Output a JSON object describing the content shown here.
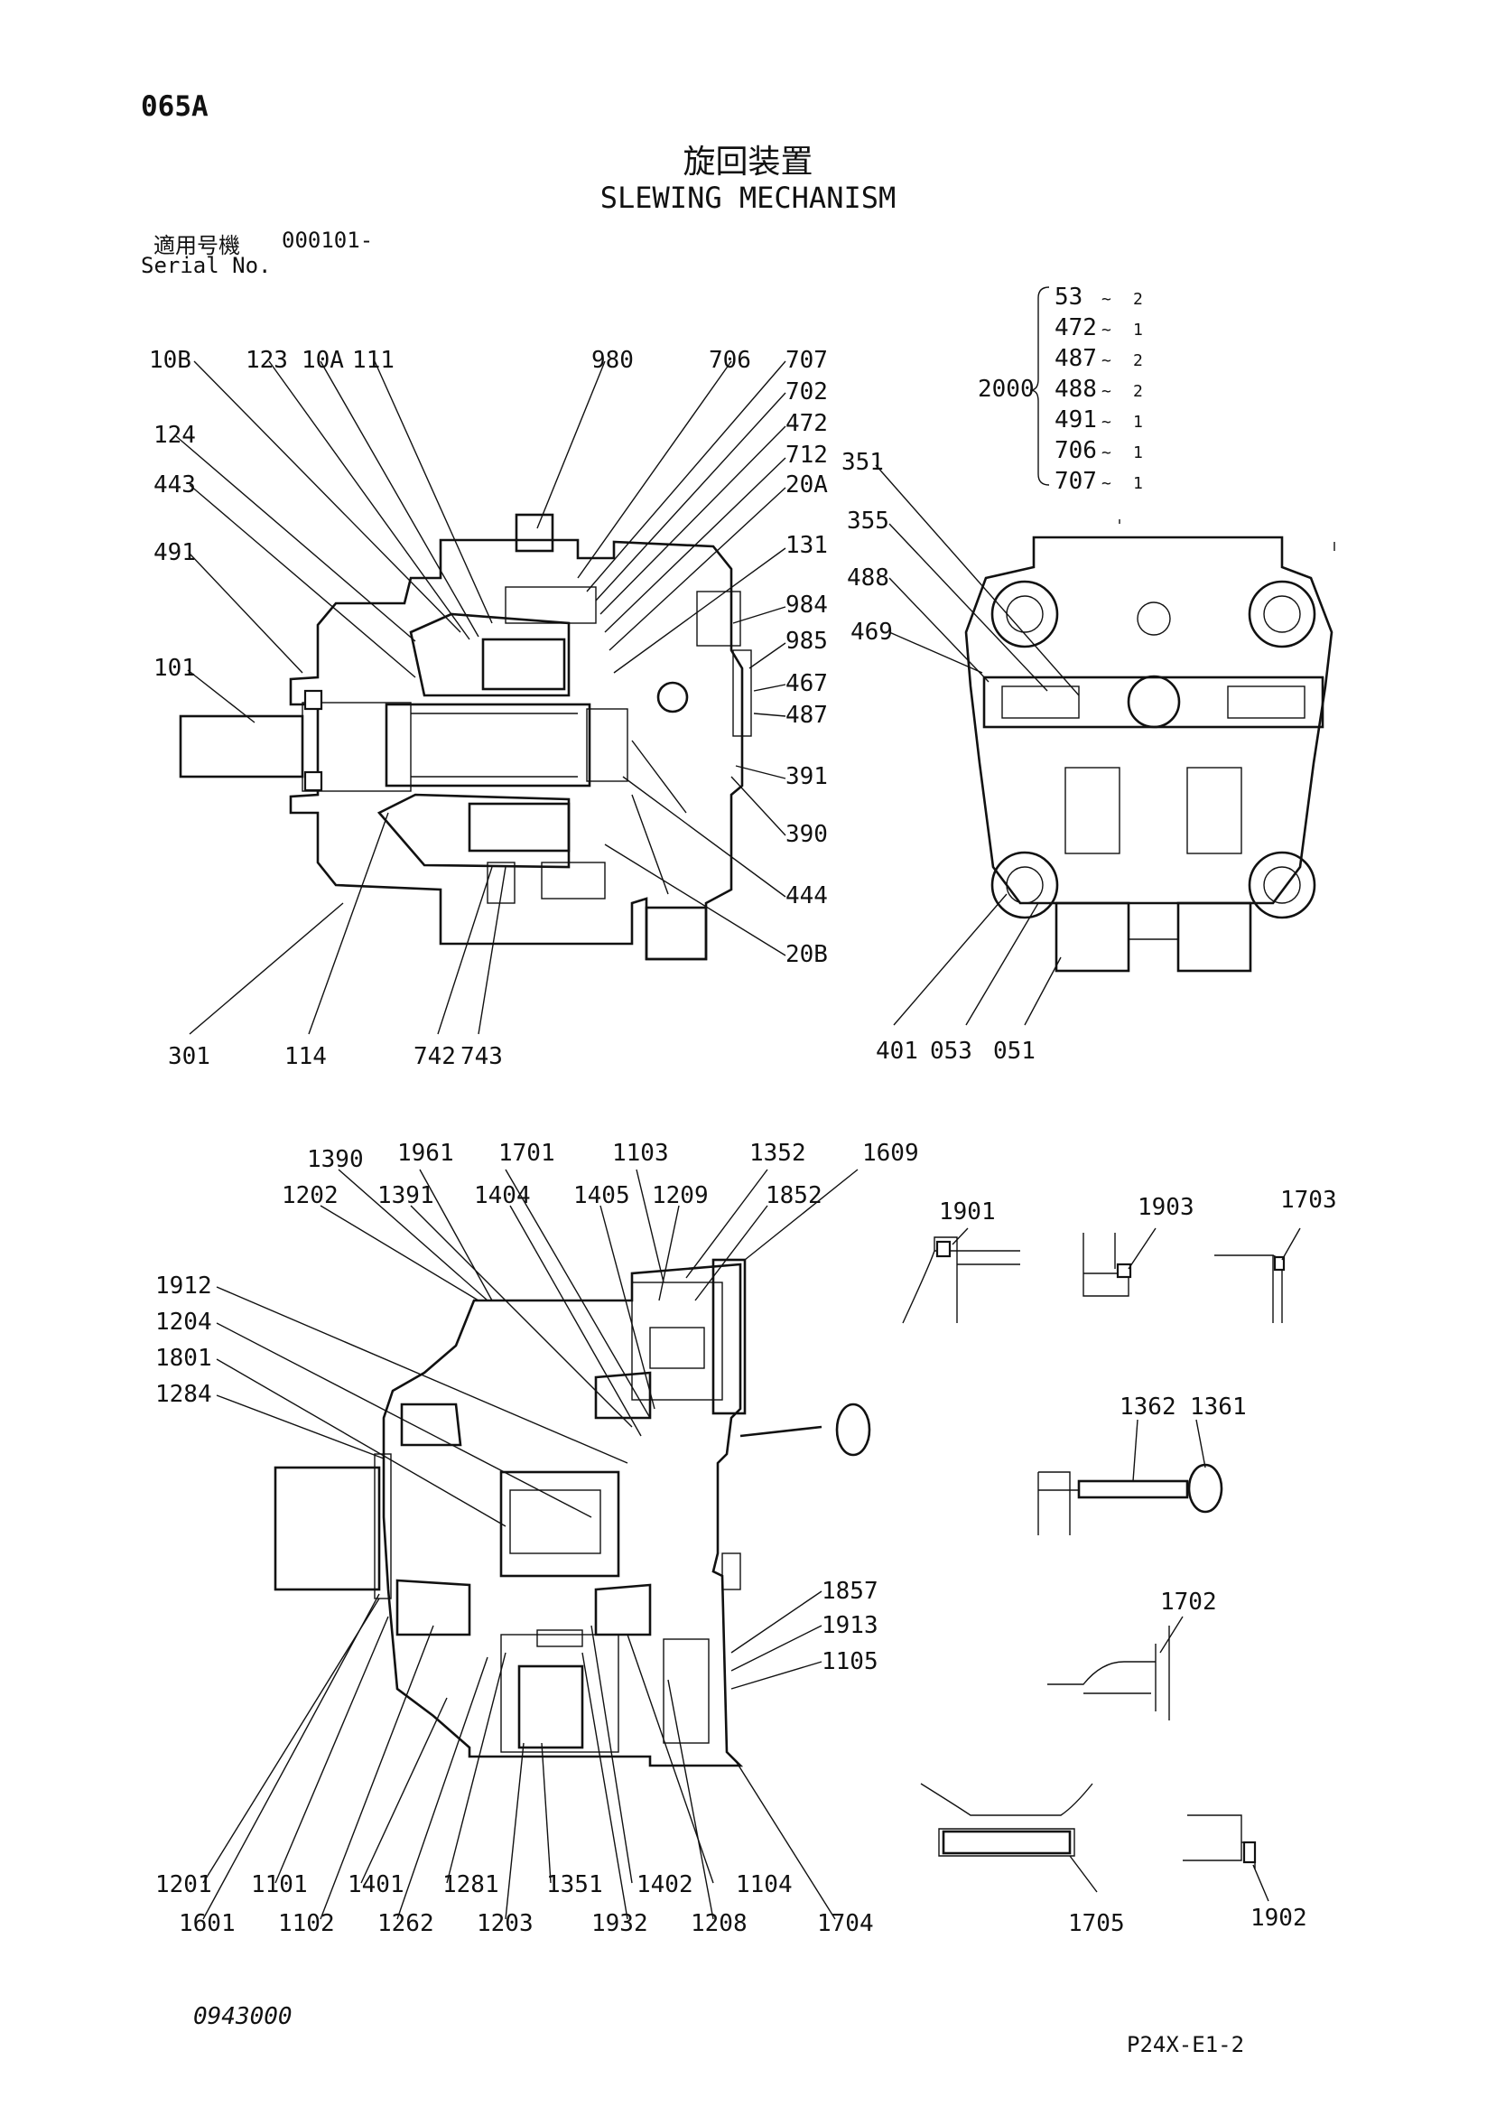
{
  "header": {
    "page_code": "065A",
    "title_jp": "旋回装置",
    "title_en": "SLEWING MECHANISM",
    "serial_label_jp": "適用号機",
    "serial_value": "000101-",
    "serial_label_en": "Serial No."
  },
  "kit": {
    "number": "2000",
    "items": [
      {
        "part": "53",
        "qty": "2"
      },
      {
        "part": "472",
        "qty": "1"
      },
      {
        "part": "487",
        "qty": "2"
      },
      {
        "part": "488",
        "qty": "2"
      },
      {
        "part": "491",
        "qty": "1"
      },
      {
        "part": "706",
        "qty": "1"
      },
      {
        "part": "707",
        "qty": "1"
      }
    ]
  },
  "motor_labels": [
    "10B",
    "123",
    "10A",
    "111",
    "980",
    "706",
    "707",
    "702",
    "472",
    "712",
    "20A",
    "124",
    "443",
    "491",
    "131",
    "984",
    "985",
    "467",
    "487",
    "101",
    "391",
    "390",
    "444",
    "20B",
    "301",
    "114",
    "742",
    "743"
  ],
  "valve_labels": [
    "351",
    "355",
    "488",
    "469",
    "401",
    "053",
    "051"
  ],
  "gear_labels": [
    "1390",
    "1961",
    "1701",
    "1103",
    "1352",
    "1609",
    "1202",
    "1391",
    "1404",
    "1405",
    "1209",
    "1852",
    "1912",
    "1204",
    "1801",
    "1284",
    "1857",
    "1913",
    "1105",
    "1201",
    "1101",
    "1401",
    "1281",
    "1351",
    "1402",
    "1104",
    "1601",
    "1102",
    "1262",
    "1203",
    "1932",
    "1208",
    "1704"
  ],
  "detail_labels": [
    "1901",
    "1903",
    "1703",
    "1362",
    "1361",
    "1702",
    "1705",
    "1902"
  ],
  "footer": {
    "doc_code": "0943000",
    "page_ref": "P24X-E1-2"
  }
}
